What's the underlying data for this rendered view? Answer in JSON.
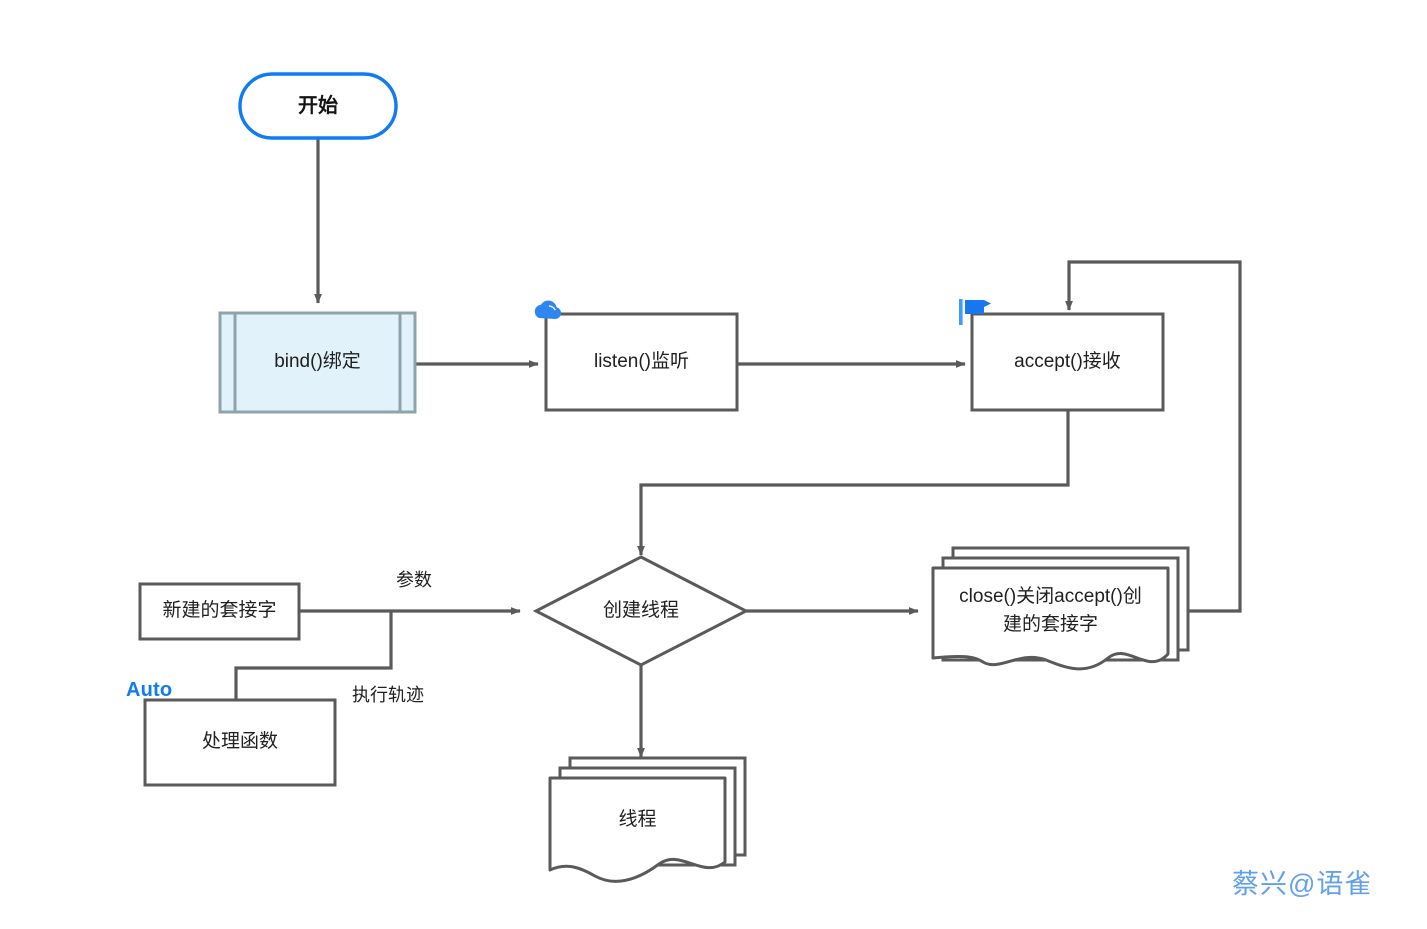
{
  "diagram": {
    "title_text": "",
    "colors": {
      "stroke": "#5a5a5a",
      "accent_blue": "#0f7bf4",
      "bind_fill": "#e2f2fb",
      "bind_stroke": "#8fa3ad",
      "watermark": "#5b9bea",
      "text": "#1f1f1f",
      "background": "#ffffff"
    },
    "nodes": [
      {
        "id": "start",
        "label": "开始",
        "shape": "terminator",
        "icon": ""
      },
      {
        "id": "bind",
        "label": "bind()绑定",
        "shape": "predefined-process",
        "icon": ""
      },
      {
        "id": "listen",
        "label": "listen()监听",
        "shape": "process",
        "icon": "cloud-icon"
      },
      {
        "id": "accept",
        "label": "accept()接收",
        "shape": "process",
        "icon": "flag-icon"
      },
      {
        "id": "newsock",
        "label": "新建的套接字",
        "shape": "process",
        "icon": ""
      },
      {
        "id": "handler",
        "label": "处理函数",
        "shape": "process",
        "icon": ""
      },
      {
        "id": "decision",
        "label": "创建线程",
        "shape": "decision",
        "icon": ""
      },
      {
        "id": "close",
        "label": "close()关闭accept()创\n建的套接字",
        "shape": "multi-document",
        "icon": ""
      },
      {
        "id": "thread",
        "label": "线程",
        "shape": "multi-document",
        "icon": ""
      }
    ],
    "edge_labels": [
      {
        "id": "param",
        "text": "参数"
      },
      {
        "id": "trace",
        "text": "执行轨迹"
      }
    ],
    "annotations": [
      {
        "id": "auto",
        "text": "Auto"
      }
    ],
    "watermark": {
      "text": "蔡兴@语雀"
    }
  }
}
